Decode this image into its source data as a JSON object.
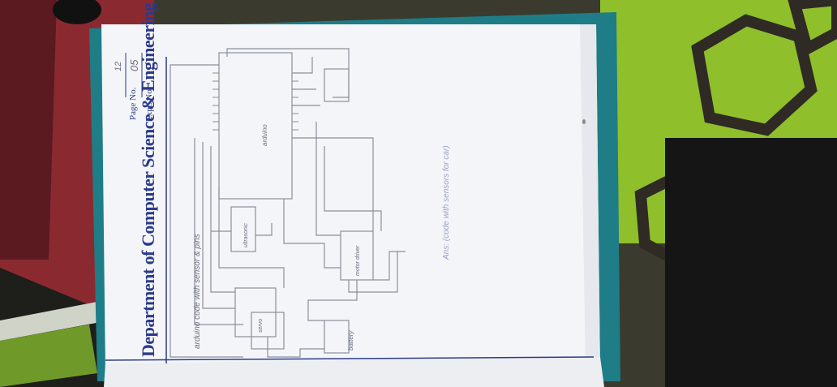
{
  "page": {
    "department": "Department of Computer Science & Engineering",
    "page_no_label": "Page No.",
    "page_no_value": "12",
    "expt_no_label": "Expt. No.",
    "expt_no_value": "05"
  },
  "handwriting": {
    "heading": "arduino code with sensor & pins",
    "note": "Ans: (code with sensors for car)",
    "labels": [
      "arduino",
      "ultrasonic",
      "motor driver",
      "battery",
      "servo"
    ]
  },
  "colors": {
    "folder": "#1e7d86",
    "paper": "#f4f5f8",
    "ink_print": "#2b3a8a",
    "ink_pencil": "#8a8f9c",
    "carpet_green": "#8fbf2a",
    "red_mat": "#8a2a30"
  }
}
